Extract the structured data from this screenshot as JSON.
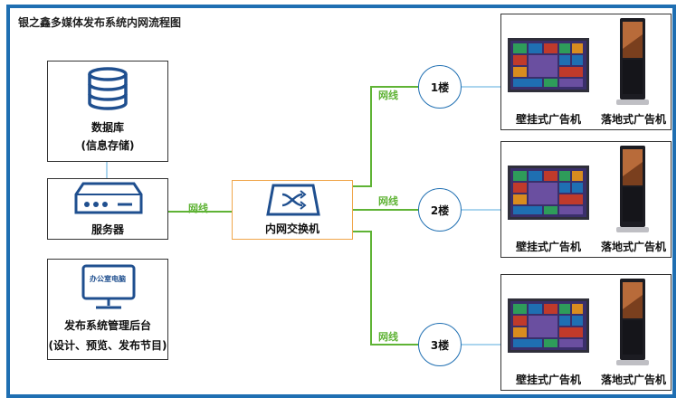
{
  "title": "银之鑫多媒体发布系统内网流程图",
  "database": {
    "label": "数据库",
    "sublabel": "(信息存储)"
  },
  "server": {
    "label": "服务器"
  },
  "backend": {
    "screen_text": "办公室电脑",
    "label": "发布系统管理后台",
    "sublabel": "(设计、预览、发布节目)"
  },
  "switch": {
    "label": "内网交换机"
  },
  "links": {
    "server_switch": "网线",
    "floor1": "网线",
    "floor2": "网线",
    "floor3": "网线"
  },
  "floors": [
    {
      "label": "1楼",
      "wall": "壁挂式广告机",
      "stand": "落地式广告机"
    },
    {
      "label": "2楼",
      "wall": "壁挂式广告机",
      "stand": "落地式广告机"
    },
    {
      "label": "3楼",
      "wall": "壁挂式广告机",
      "stand": "落地式广告机"
    }
  ],
  "colors": {
    "frame": "#1f6fb2",
    "network_line": "#5fb335",
    "accent": "#1f4f8f",
    "switch_border": "#f0a64a"
  }
}
